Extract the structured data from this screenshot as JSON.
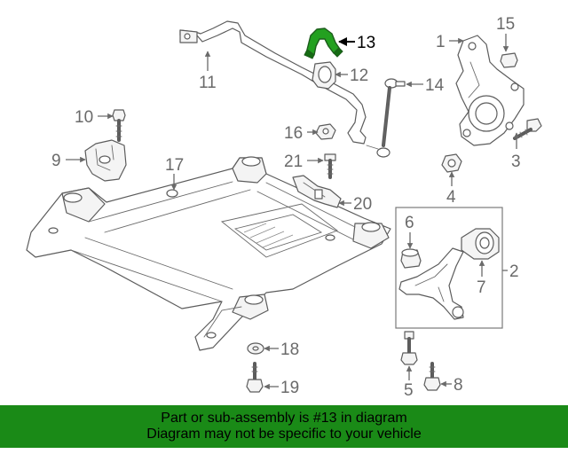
{
  "diagram": {
    "highlighted_part": "13",
    "callouts": {
      "c1": "1",
      "c2": "2",
      "c3": "3",
      "c4": "4",
      "c5": "5",
      "c6": "6",
      "c7": "7",
      "c8": "8",
      "c9": "9",
      "c10": "10",
      "c11": "11",
      "c12": "12",
      "c13": "13",
      "c14": "14",
      "c15": "15",
      "c16": "16",
      "c17": "17",
      "c18": "18",
      "c19": "19",
      "c20": "20",
      "c21": "21"
    }
  },
  "footer": {
    "line1": "Part or sub-assembly is #13 in diagram",
    "line2": "Diagram may not be specific to your vehicle"
  },
  "colors": {
    "highlight": "#23a020",
    "banner": "#1a8a17",
    "linework": "#5c5c5c"
  }
}
